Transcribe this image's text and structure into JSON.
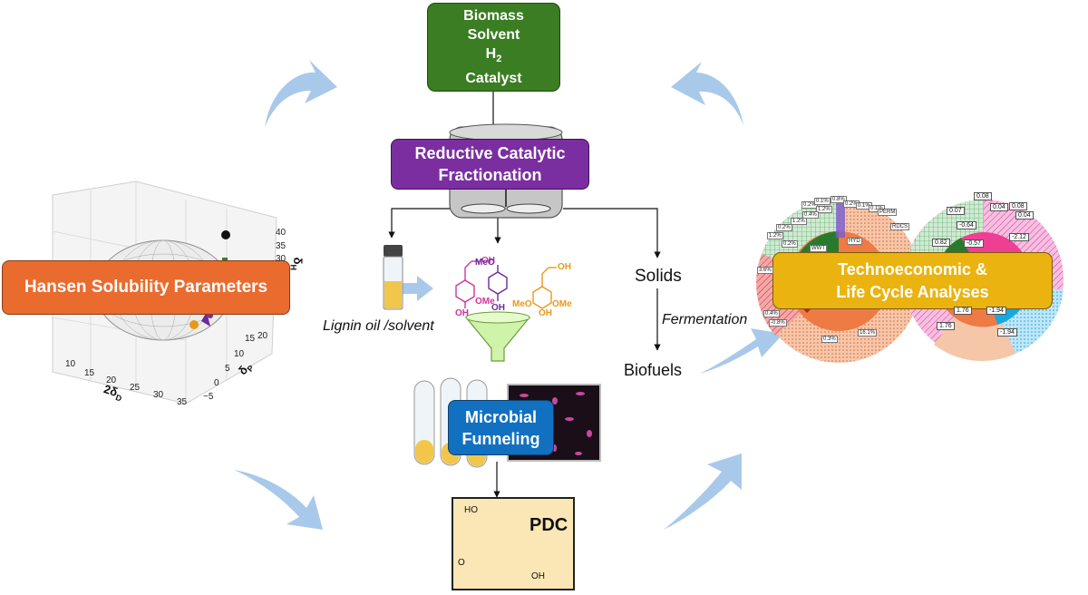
{
  "inputs": {
    "line1": "Biomass",
    "line2": "Solvent",
    "line3_base": "H",
    "line3_sub": "2",
    "line4": "Catalyst"
  },
  "rcf": {
    "line1": "Reductive Catalytic",
    "line2": "Fractionation"
  },
  "hansen": {
    "label": "Hansen Solubility Parameters"
  },
  "tea": {
    "line1": "Technoeconomic &",
    "line2": "Life Cycle Analyses"
  },
  "microbial": {
    "line1": "Microbial",
    "line2": "Funneling"
  },
  "pdc": {
    "label": "PDC",
    "ho": "HO",
    "oh": "OH",
    "o": "O"
  },
  "solids": "Solids",
  "fermentation": "Fermentation",
  "biofuels": "Biofuels",
  "lignin_oil": "Lignin oil /solvent",
  "monomers": {
    "oh": "OH",
    "ome": "OMe",
    "meo": "MeO"
  },
  "hsp_plot": {
    "xticks": [
      "10",
      "15",
      "20",
      "25",
      "30",
      "35"
    ],
    "yticks": [
      "−5",
      "0",
      "5",
      "10",
      "15",
      "20"
    ],
    "zticks": [
      "30",
      "35",
      "40"
    ],
    "xlabel_pre": "2δ",
    "xlabel_sub": "D",
    "ylabel_pre": "δ",
    "ylabel_sub": "P",
    "zlabel_pre": "δ",
    "zlabel_sub": "H"
  },
  "pie_values": {
    "right": [
      "0.08",
      "0.04",
      "0.08",
      "0.04",
      "0.07",
      "-0.64",
      "-2.12",
      "0.82",
      "-0.57",
      "1.76",
      "-1.94",
      "1.76",
      "-1.94"
    ],
    "left": [
      "0.2%",
      "0.1%",
      "0.8%",
      "0.2%",
      "0.1%",
      "0.1%",
      "1.2%",
      "0.4%",
      "0.2%",
      "1.2%",
      "1.2%",
      "0.2%",
      "3.6%",
      "0.4%",
      "-0.8%",
      "16.1%",
      "0.3%"
    ],
    "left_codes": [
      "PERM",
      "RDCS",
      "WWT",
      "HYD"
    ]
  },
  "colors": {
    "green": "#3a7d22",
    "purple": "#7a2ea0",
    "orange": "#ea6b2e",
    "yellow": "#ebb30f",
    "blue": "#1270c0",
    "pdc_fill": "#fbe7b6",
    "cycle_arrow": "#a9c9ea",
    "magenta": "#d0359a",
    "violet": "#6a2a9c",
    "amber": "#e69a1c"
  }
}
